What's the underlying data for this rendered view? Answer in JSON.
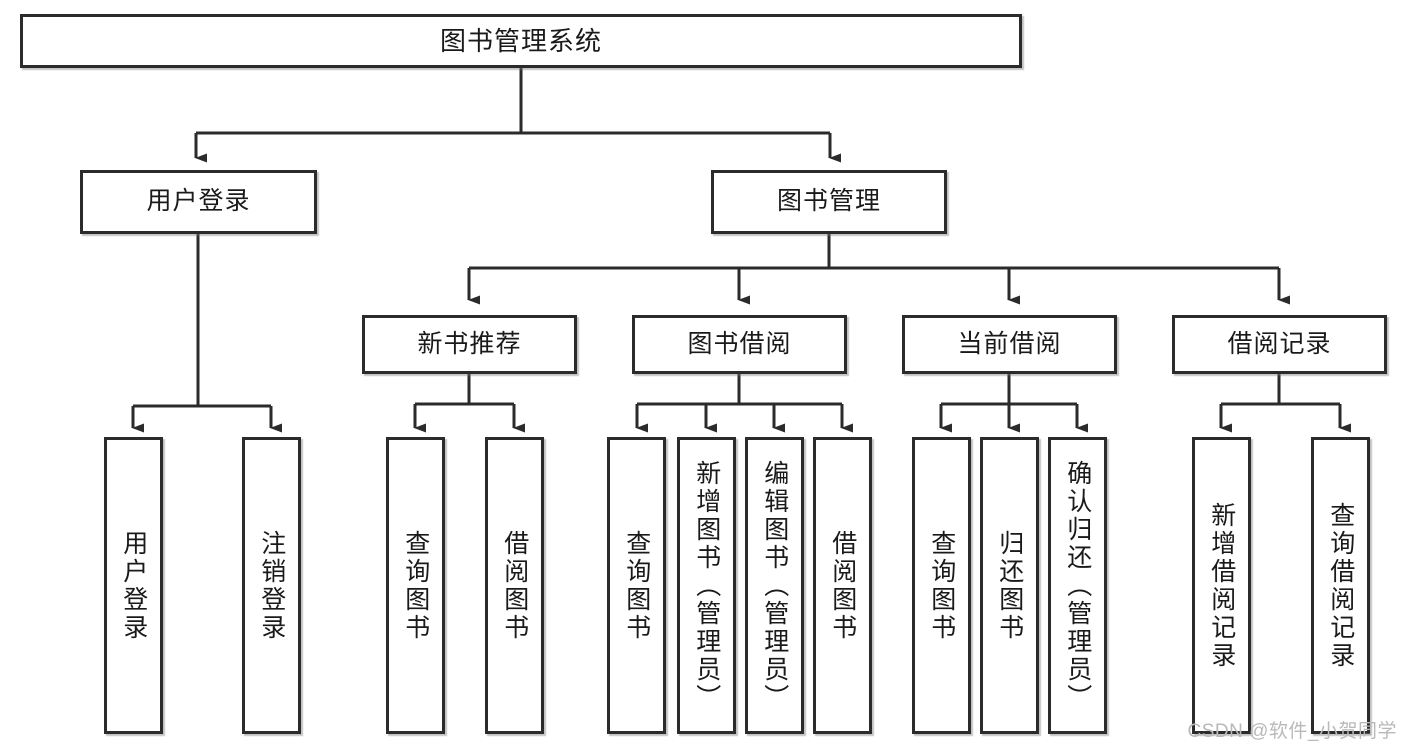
{
  "diagram": {
    "title": "图书管理系统",
    "type": "tree",
    "watermark": "CSDN @软件_小贺同学",
    "colors": {
      "box_border": "#2b2b2b",
      "box_fill": "#ffffff",
      "connector": "#2b2b2b",
      "text": "#1a1a1a",
      "watermark": "#b9b9b9"
    },
    "nodes": {
      "root": {
        "label": "图书管理系统"
      },
      "level2": [
        {
          "label": "用户登录"
        },
        {
          "label": "图书管理"
        }
      ],
      "level3": [
        {
          "label": "新书推荐"
        },
        {
          "label": "图书借阅"
        },
        {
          "label": "当前借阅"
        },
        {
          "label": "借阅记录"
        }
      ],
      "leaves_user_login": [
        {
          "label": "用户登录"
        },
        {
          "label": "注销登录"
        }
      ],
      "leaves_new_book": [
        {
          "label": "查询图书"
        },
        {
          "label": "借阅图书"
        }
      ],
      "leaves_borrow": [
        {
          "label": "查询图书"
        },
        {
          "label": "新增图书（管理员）"
        },
        {
          "label": "编辑图书（管理员）"
        },
        {
          "label": "借阅图书"
        }
      ],
      "leaves_current": [
        {
          "label": "查询图书"
        },
        {
          "label": "归还图书"
        },
        {
          "label": "确认归还（管理员）"
        }
      ],
      "leaves_records": [
        {
          "label": "新增借阅记录"
        },
        {
          "label": "查询借阅记录"
        }
      ]
    }
  }
}
